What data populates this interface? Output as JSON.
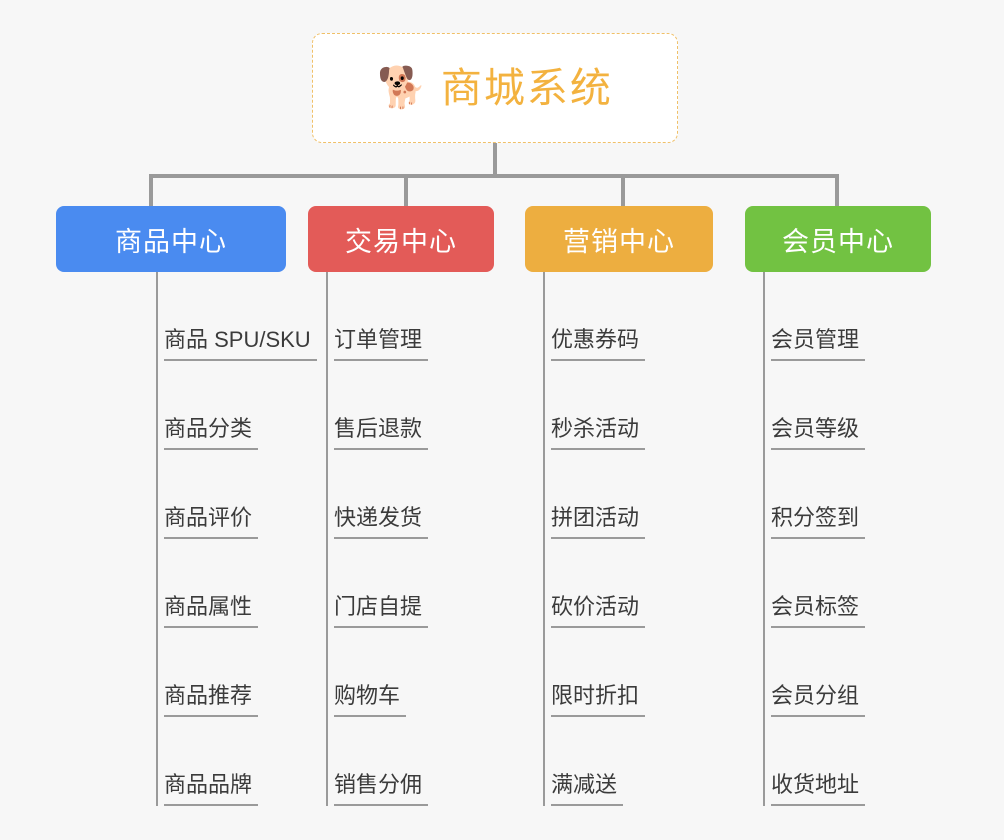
{
  "root": {
    "icon": "shiba-dog-face-icon",
    "icon_glyph": "🐕",
    "title": "商城系统",
    "border_color": "#f0c068",
    "text_color": "#f3b23f",
    "background": "#ffffff"
  },
  "canvas": {
    "background": "#f7f7f7",
    "connector_color": "#9a9a9a"
  },
  "columns": [
    {
      "header": "商品中心",
      "color": "#4a8bf0",
      "items": [
        "商品 SPU/SKU",
        "商品分类",
        "商品评价",
        "商品属性",
        "商品推荐",
        "商品品牌"
      ]
    },
    {
      "header": "交易中心",
      "color": "#e35b58",
      "items": [
        "订单管理",
        "售后退款",
        "快递发货",
        "门店自提",
        "购物车",
        "销售分佣"
      ]
    },
    {
      "header": "营销中心",
      "color": "#edae40",
      "items": [
        "优惠券码",
        "秒杀活动",
        "拼团活动",
        "砍价活动",
        "限时折扣",
        "满减送"
      ]
    },
    {
      "header": "会员中心",
      "color": "#72c242",
      "items": [
        "会员管理",
        "会员等级",
        "积分签到",
        "会员标签",
        "会员分组",
        "收货地址"
      ]
    }
  ]
}
